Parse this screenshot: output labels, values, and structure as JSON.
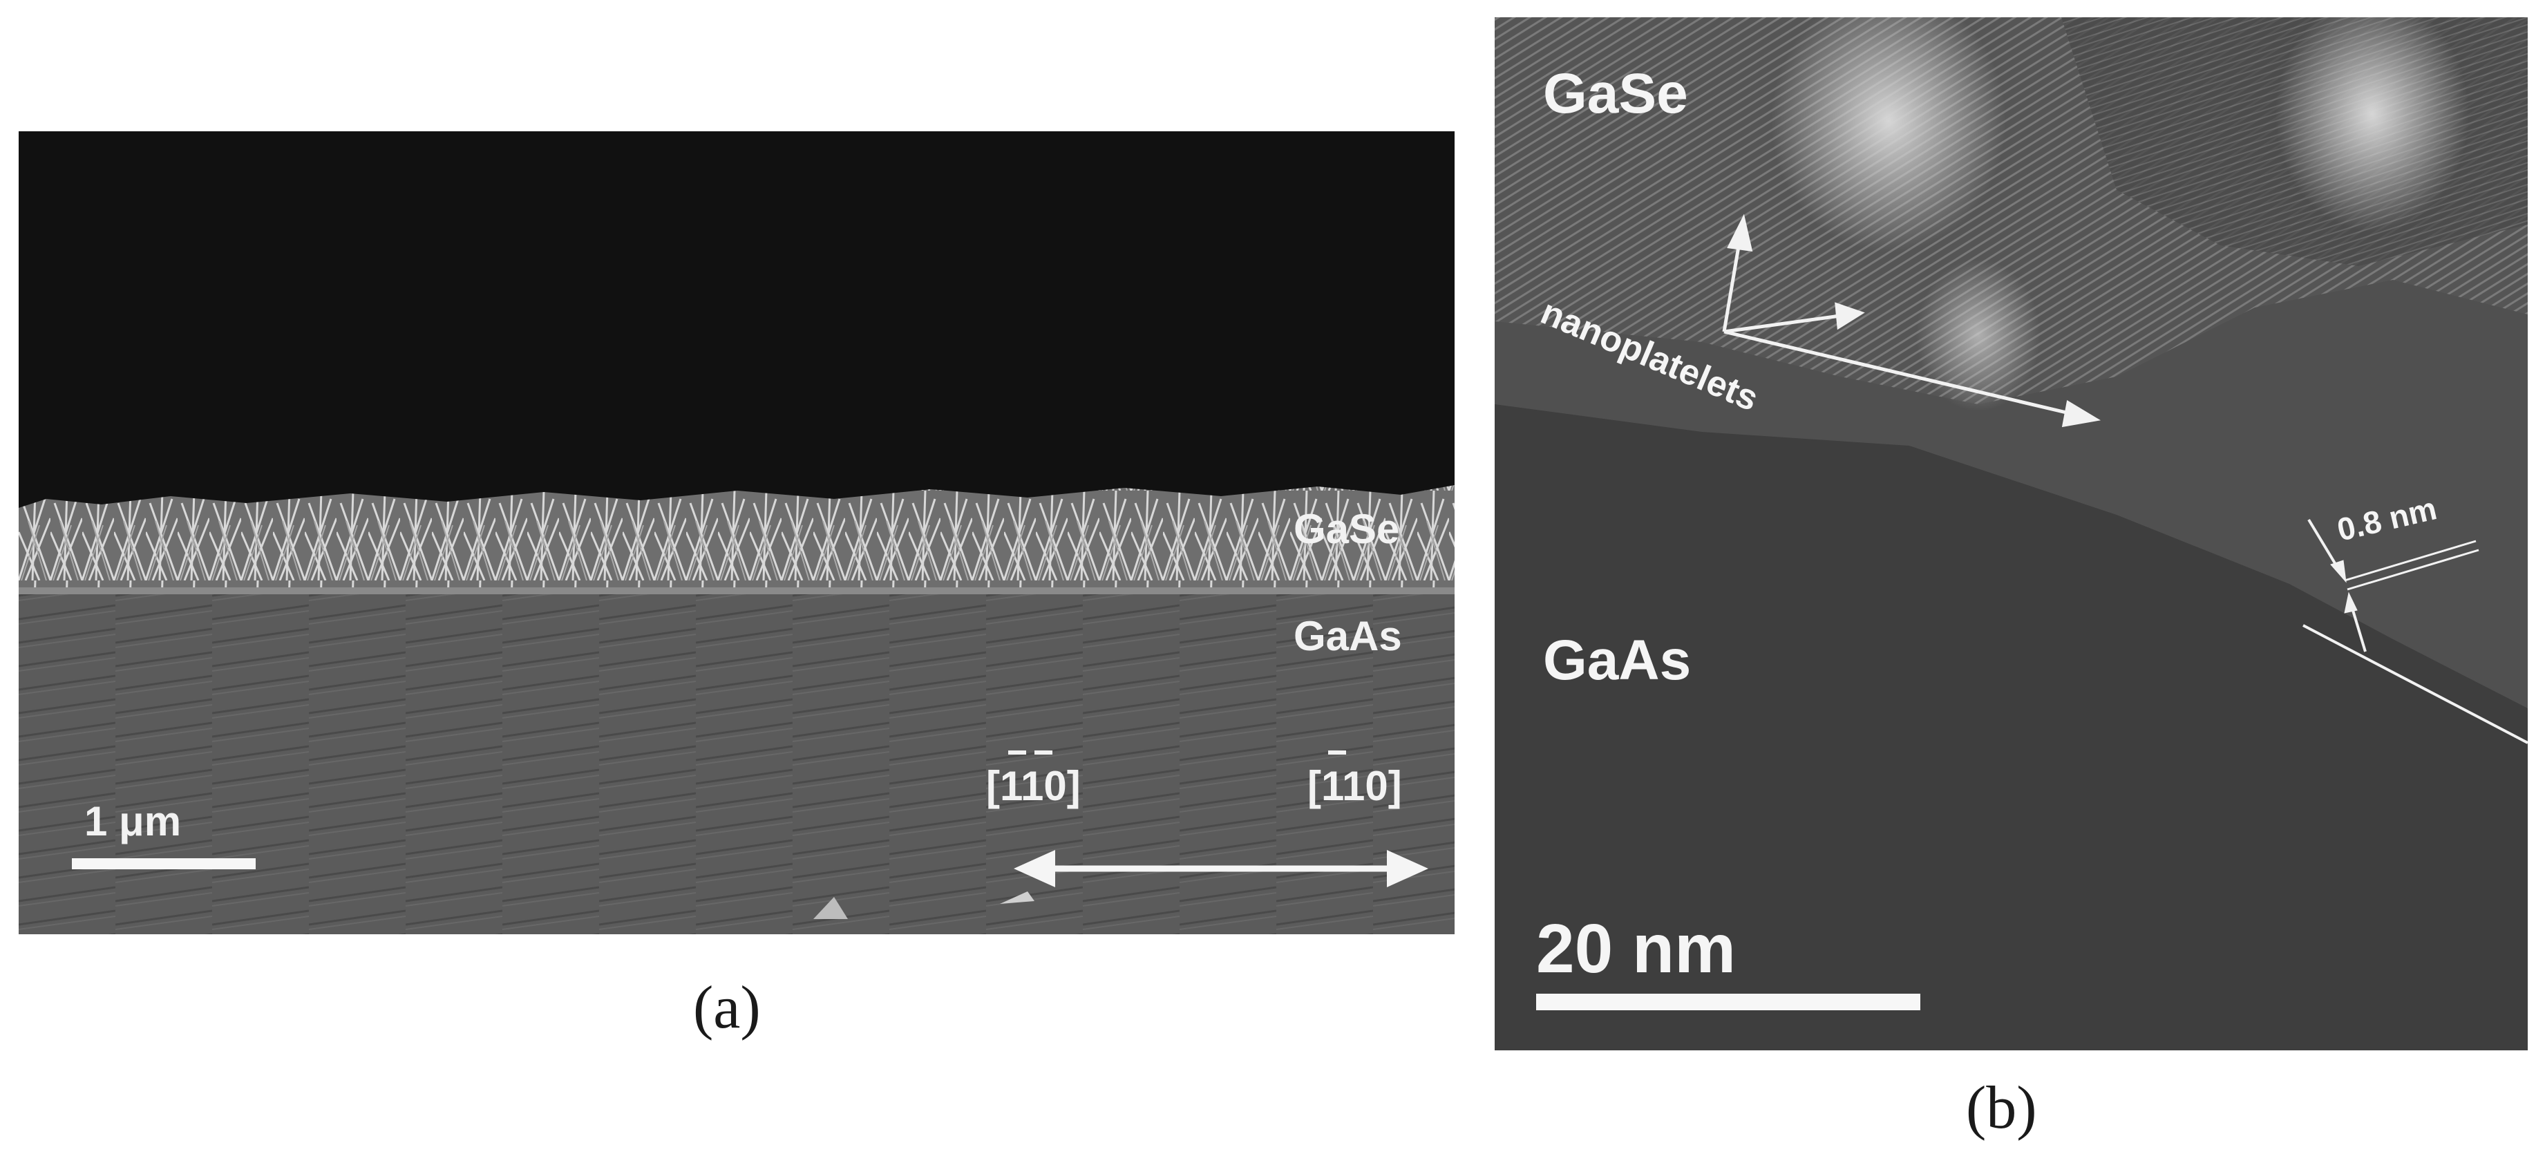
{
  "panel_a": {
    "layer_top": "GaSe",
    "layer_bottom": "GaAs",
    "scale_label": "1 μm",
    "direction_left": "[1̅1̅0]",
    "direction_right": "[̅1 110]"
  },
  "panel_a_plain": {
    "direction_left": "[110]",
    "direction_right": "[110]"
  },
  "panel_b": {
    "layer_top": "GaSe",
    "layer_bottom": "GaAs",
    "annotation": "nanoplatelets",
    "spacing_label": "0.8 nm",
    "scale_label": "20 nm"
  },
  "captions": {
    "a": "(a)",
    "b": "(b)"
  }
}
